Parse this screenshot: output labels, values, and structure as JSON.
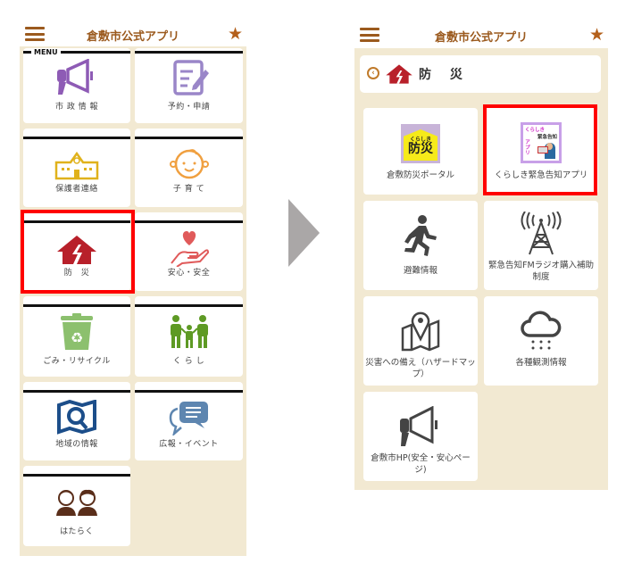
{
  "app": {
    "title": "倉敷市公式アプリ",
    "menu_icon": "hamburger-icon",
    "favorite_icon": "star-icon",
    "colors": {
      "brand": "#9b5a1e",
      "background": "#f2e9d2",
      "highlight": "#ff0000"
    }
  },
  "left_screen": {
    "menu_tag": "MENU",
    "items": [
      {
        "label": "市 政 情 報",
        "icon": "megaphone-icon",
        "color": "#8e5bb5"
      },
      {
        "label": "予約・申請",
        "icon": "form-edit-icon",
        "color": "#9a86c8"
      },
      {
        "label": "保護者連絡",
        "icon": "school-building-icon",
        "color": "#e0b21c"
      },
      {
        "label": "子 育 て",
        "icon": "baby-face-icon",
        "color": "#f0a040"
      },
      {
        "label": "防　災",
        "icon": "disaster-house-icon",
        "color": "#b8202a",
        "highlighted": true
      },
      {
        "label": "安心・安全",
        "icon": "heart-hand-icon",
        "color": "#e05a5a"
      },
      {
        "label": "ごみ・リサイクル",
        "icon": "recycle-bin-icon",
        "color": "#8cc06e"
      },
      {
        "label": "く ら し",
        "icon": "family-icon",
        "color": "#5e9a24"
      },
      {
        "label": "地域の情報",
        "icon": "map-search-icon",
        "color": "#1c4e8a"
      },
      {
        "label": "広報・イベント",
        "icon": "chat-bubbles-icon",
        "color": "#5e86b0"
      },
      {
        "label": "はたらく",
        "icon": "workers-icon",
        "color": "#5a2e1a"
      }
    ]
  },
  "navigation_arrow": "right-arrow-icon",
  "right_screen": {
    "back_icon": "back-circle-icon",
    "section_icon": "disaster-house-icon",
    "section_title": "防 災",
    "items": [
      {
        "label": "倉敷防災ポータル",
        "icon": "kurashiki-bousai-logo-icon"
      },
      {
        "label": "くらしき緊急告知アプリ",
        "icon": "emergency-alert-app-icon",
        "highlighted": true
      },
      {
        "label": "避難情報",
        "icon": "running-person-icon"
      },
      {
        "label": "緊急告知FMラジオ購入補助制度",
        "icon": "radio-tower-icon"
      },
      {
        "label": "災害への備え（ハザードマップ）",
        "icon": "map-pin-icon"
      },
      {
        "label": "各種観測情報",
        "icon": "rain-cloud-icon"
      },
      {
        "label": "倉敷市HP(安全・安心ページ)",
        "icon": "megaphone-icon"
      }
    ],
    "logo_texts": {
      "portal_small": "くらしき",
      "portal_big": "防災",
      "app_line1": "くらしき",
      "app_line2": "緊急告知",
      "app_line3": "アプリ"
    }
  }
}
